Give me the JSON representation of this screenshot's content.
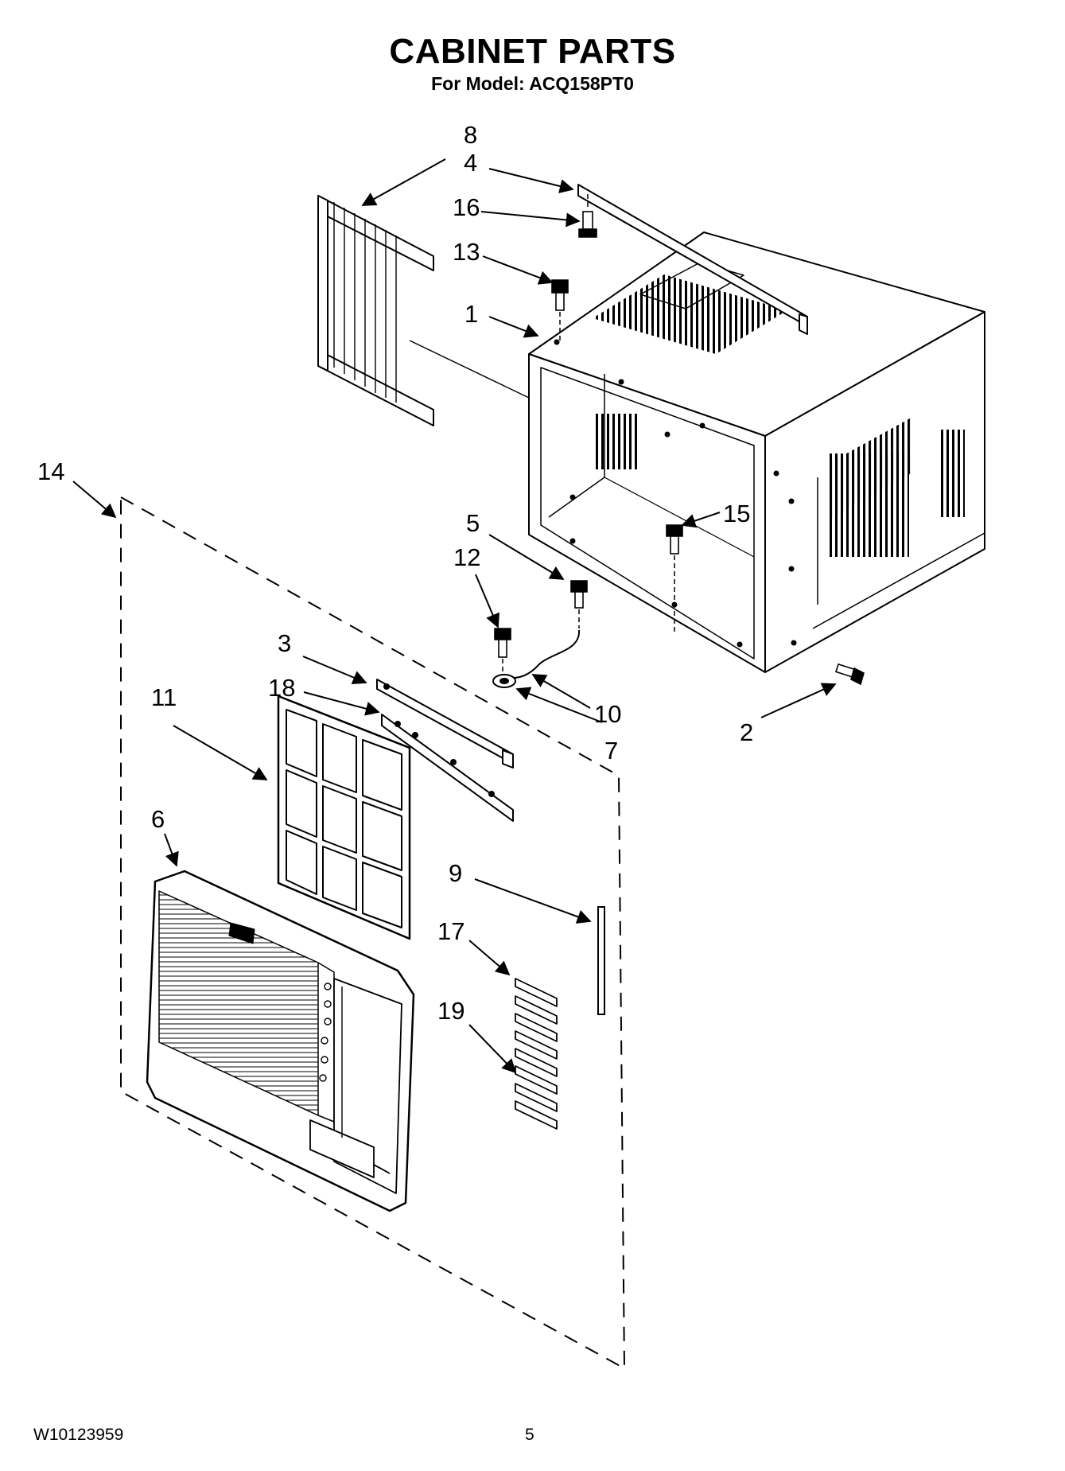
{
  "header": {
    "title": "CABINET PARTS",
    "subtitle": "For Model: ACQ158PT0"
  },
  "footer": {
    "doc_number": "W10123959",
    "page_number": "5"
  },
  "callouts": [
    "8",
    "4",
    "16",
    "13",
    "1",
    "14",
    "5",
    "15",
    "12",
    "3",
    "18",
    "11",
    "10",
    "7",
    "2",
    "6",
    "9",
    "17",
    "19"
  ]
}
